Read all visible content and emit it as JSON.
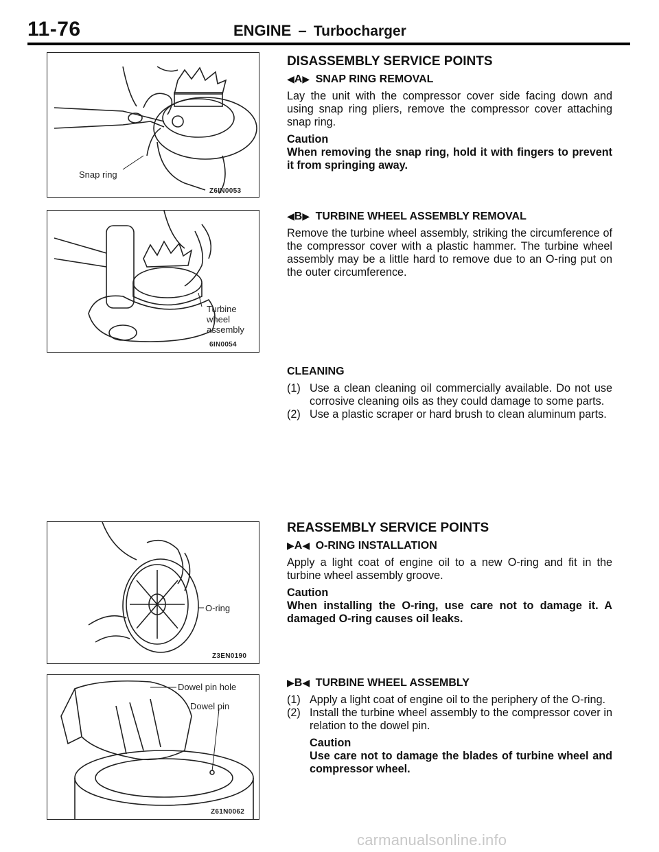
{
  "header": {
    "page_number": "11-76",
    "section": "ENGINE",
    "dash": "–",
    "subsection": "Turbocharger"
  },
  "figures": [
    {
      "callouts": [
        "Snap ring"
      ],
      "code": "Z6IN0053"
    },
    {
      "callouts": [
        "Turbine",
        "wheel",
        "assembly"
      ],
      "code": "6IN0054"
    },
    {
      "callouts": [
        "O-ring"
      ],
      "code": "Z3EN0190"
    },
    {
      "callouts": [
        "Dowel pin hole",
        "Dowel pin"
      ],
      "code": "Z61N0062"
    }
  ],
  "disassembly": {
    "heading": "DISASSEMBLY SERVICE POINTS",
    "step_a": {
      "marker_left": "◀",
      "letter": "A",
      "marker_right": "▶",
      "title": "SNAP RING REMOVAL",
      "body": "Lay the unit with the compressor cover side facing down and using snap ring pliers, remove the compressor cover attaching snap ring.",
      "caution_label": "Caution",
      "caution_text": "When removing the snap ring, hold it with fingers to prevent it from springing away."
    },
    "step_b": {
      "marker_left": "◀",
      "letter": "B",
      "marker_right": "▶",
      "title": "TURBINE WHEEL ASSEMBLY REMOVAL",
      "body": "Remove the turbine wheel assembly, striking the circumference of the compressor cover with a plastic hammer. The turbine wheel assembly may be a little hard to remove due to an O-ring put on the outer circumference."
    }
  },
  "cleaning": {
    "heading": "CLEANING",
    "items": [
      {
        "num": "(1)",
        "text": "Use a clean cleaning oil commercially available. Do not use corrosive cleaning oils as they could damage to some parts."
      },
      {
        "num": "(2)",
        "text": "Use a plastic scraper or hard brush to clean aluminum parts."
      }
    ]
  },
  "reassembly": {
    "heading": "REASSEMBLY SERVICE POINTS",
    "step_a": {
      "marker_left": "▶",
      "letter": "A",
      "marker_right": "◀",
      "title": "O-RING INSTALLATION",
      "body": "Apply a light coat of engine oil to a new O-ring and fit in the turbine wheel assembly groove.",
      "caution_label": "Caution",
      "caution_text": "When installing the O-ring, use care not to damage it. A damaged O-ring causes oil leaks."
    },
    "step_b": {
      "marker_left": "▶",
      "letter": "B",
      "marker_right": "◀",
      "title": "TURBINE WHEEL ASSEMBLY",
      "items": [
        {
          "num": "(1)",
          "text": "Apply a light coat of engine oil to the periphery of the O-ring."
        },
        {
          "num": "(2)",
          "text": "Install the turbine wheel assembly to the compressor cover in relation to the dowel pin."
        }
      ],
      "caution_label": "Caution",
      "caution_text": "Use care not to damage the blades of turbine wheel and compressor wheel."
    }
  },
  "watermark": "carmanualsonline.info"
}
